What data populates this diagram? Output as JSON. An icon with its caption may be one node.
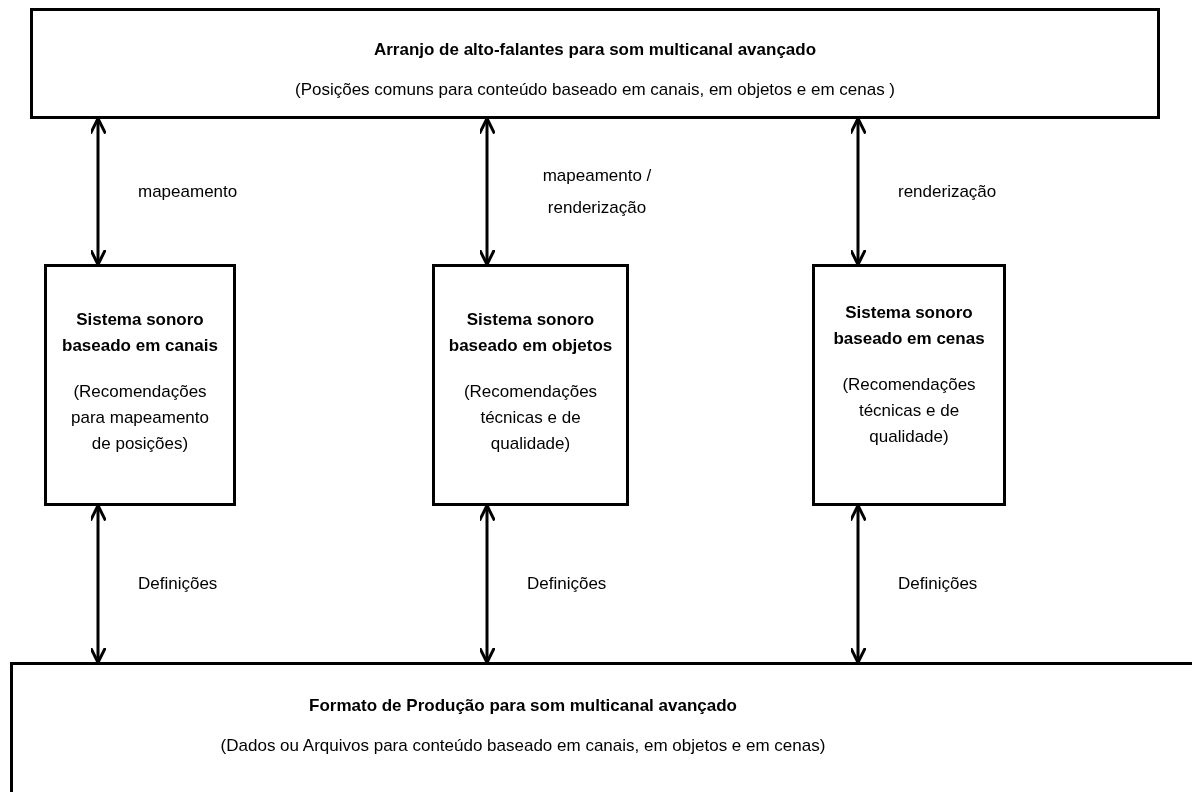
{
  "diagram": {
    "nodes": [
      {
        "text": [
          "Arranjo de alto-falantes para som multicanal avançado",
          "(Posições comuns para conteúdo baseado em canais, em objetos e em cenas )"
        ]
      },
      {
        "text": [
          "Sistema sonoro baseado em canais",
          "(Recomendações para mapeamento de posições)"
        ]
      },
      {
        "text": [
          "Sistema sonoro baseado em objetos",
          "(Recomendações técnicas e de qualidade)"
        ]
      },
      {
        "text": [
          "Sistema sonoro baseado em cenas",
          "(Recomendações técnicas e de qualidade)"
        ]
      },
      {
        "text": [
          "Formato de Produção para som multicanal avançado",
          "(Dados ou Arquivos para conteúdo baseado em canais, em objetos e em cenas)"
        ]
      }
    ],
    "edges": [
      {
        "from": 0,
        "to": 1,
        "arrow": "both",
        "label": "mapeamento"
      },
      {
        "from": 0,
        "to": 2,
        "arrow": "both",
        "label": "mapeamento / renderização"
      },
      {
        "from": 0,
        "to": 3,
        "arrow": "both",
        "label": "renderização"
      },
      {
        "from": 1,
        "to": 4,
        "arrow": "both",
        "label": "Definições"
      },
      {
        "from": 2,
        "to": 4,
        "arrow": "both",
        "label": "Definições"
      },
      {
        "from": 3,
        "to": 4,
        "arrow": "both",
        "label": "Definições"
      }
    ]
  }
}
